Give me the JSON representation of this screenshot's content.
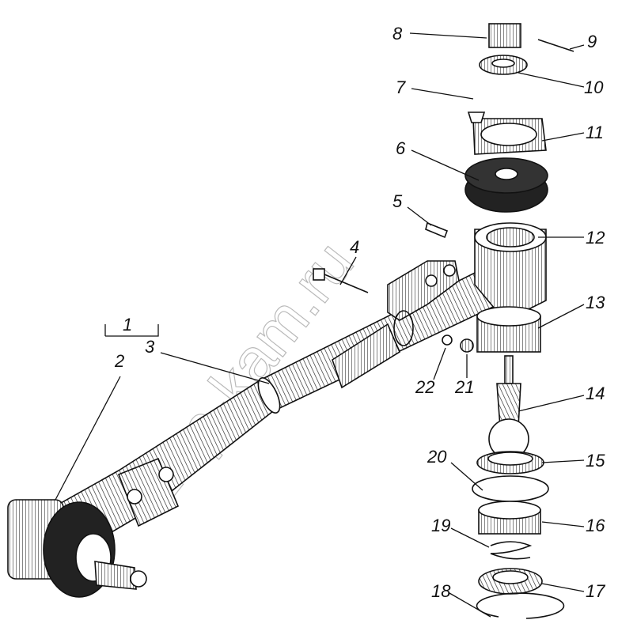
{
  "diagram": {
    "watermark": "zap-kam.ru",
    "callouts": [
      {
        "id": "1",
        "text": "1"
      },
      {
        "id": "2",
        "text": "2"
      },
      {
        "id": "3",
        "text": "3"
      },
      {
        "id": "4",
        "text": "4"
      },
      {
        "id": "5",
        "text": "5"
      },
      {
        "id": "6",
        "text": "6"
      },
      {
        "id": "7",
        "text": "7"
      },
      {
        "id": "8",
        "text": "8"
      },
      {
        "id": "9",
        "text": "9"
      },
      {
        "id": "10",
        "text": "10"
      },
      {
        "id": "11",
        "text": "11"
      },
      {
        "id": "12",
        "text": "12"
      },
      {
        "id": "13",
        "text": "13"
      },
      {
        "id": "14",
        "text": "14"
      },
      {
        "id": "15",
        "text": "15"
      },
      {
        "id": "16",
        "text": "16"
      },
      {
        "id": "17",
        "text": "17"
      },
      {
        "id": "18",
        "text": "18"
      },
      {
        "id": "19",
        "text": "19"
      },
      {
        "id": "20",
        "text": "20"
      },
      {
        "id": "21",
        "text": "21"
      },
      {
        "id": "22",
        "text": "22"
      }
    ]
  }
}
